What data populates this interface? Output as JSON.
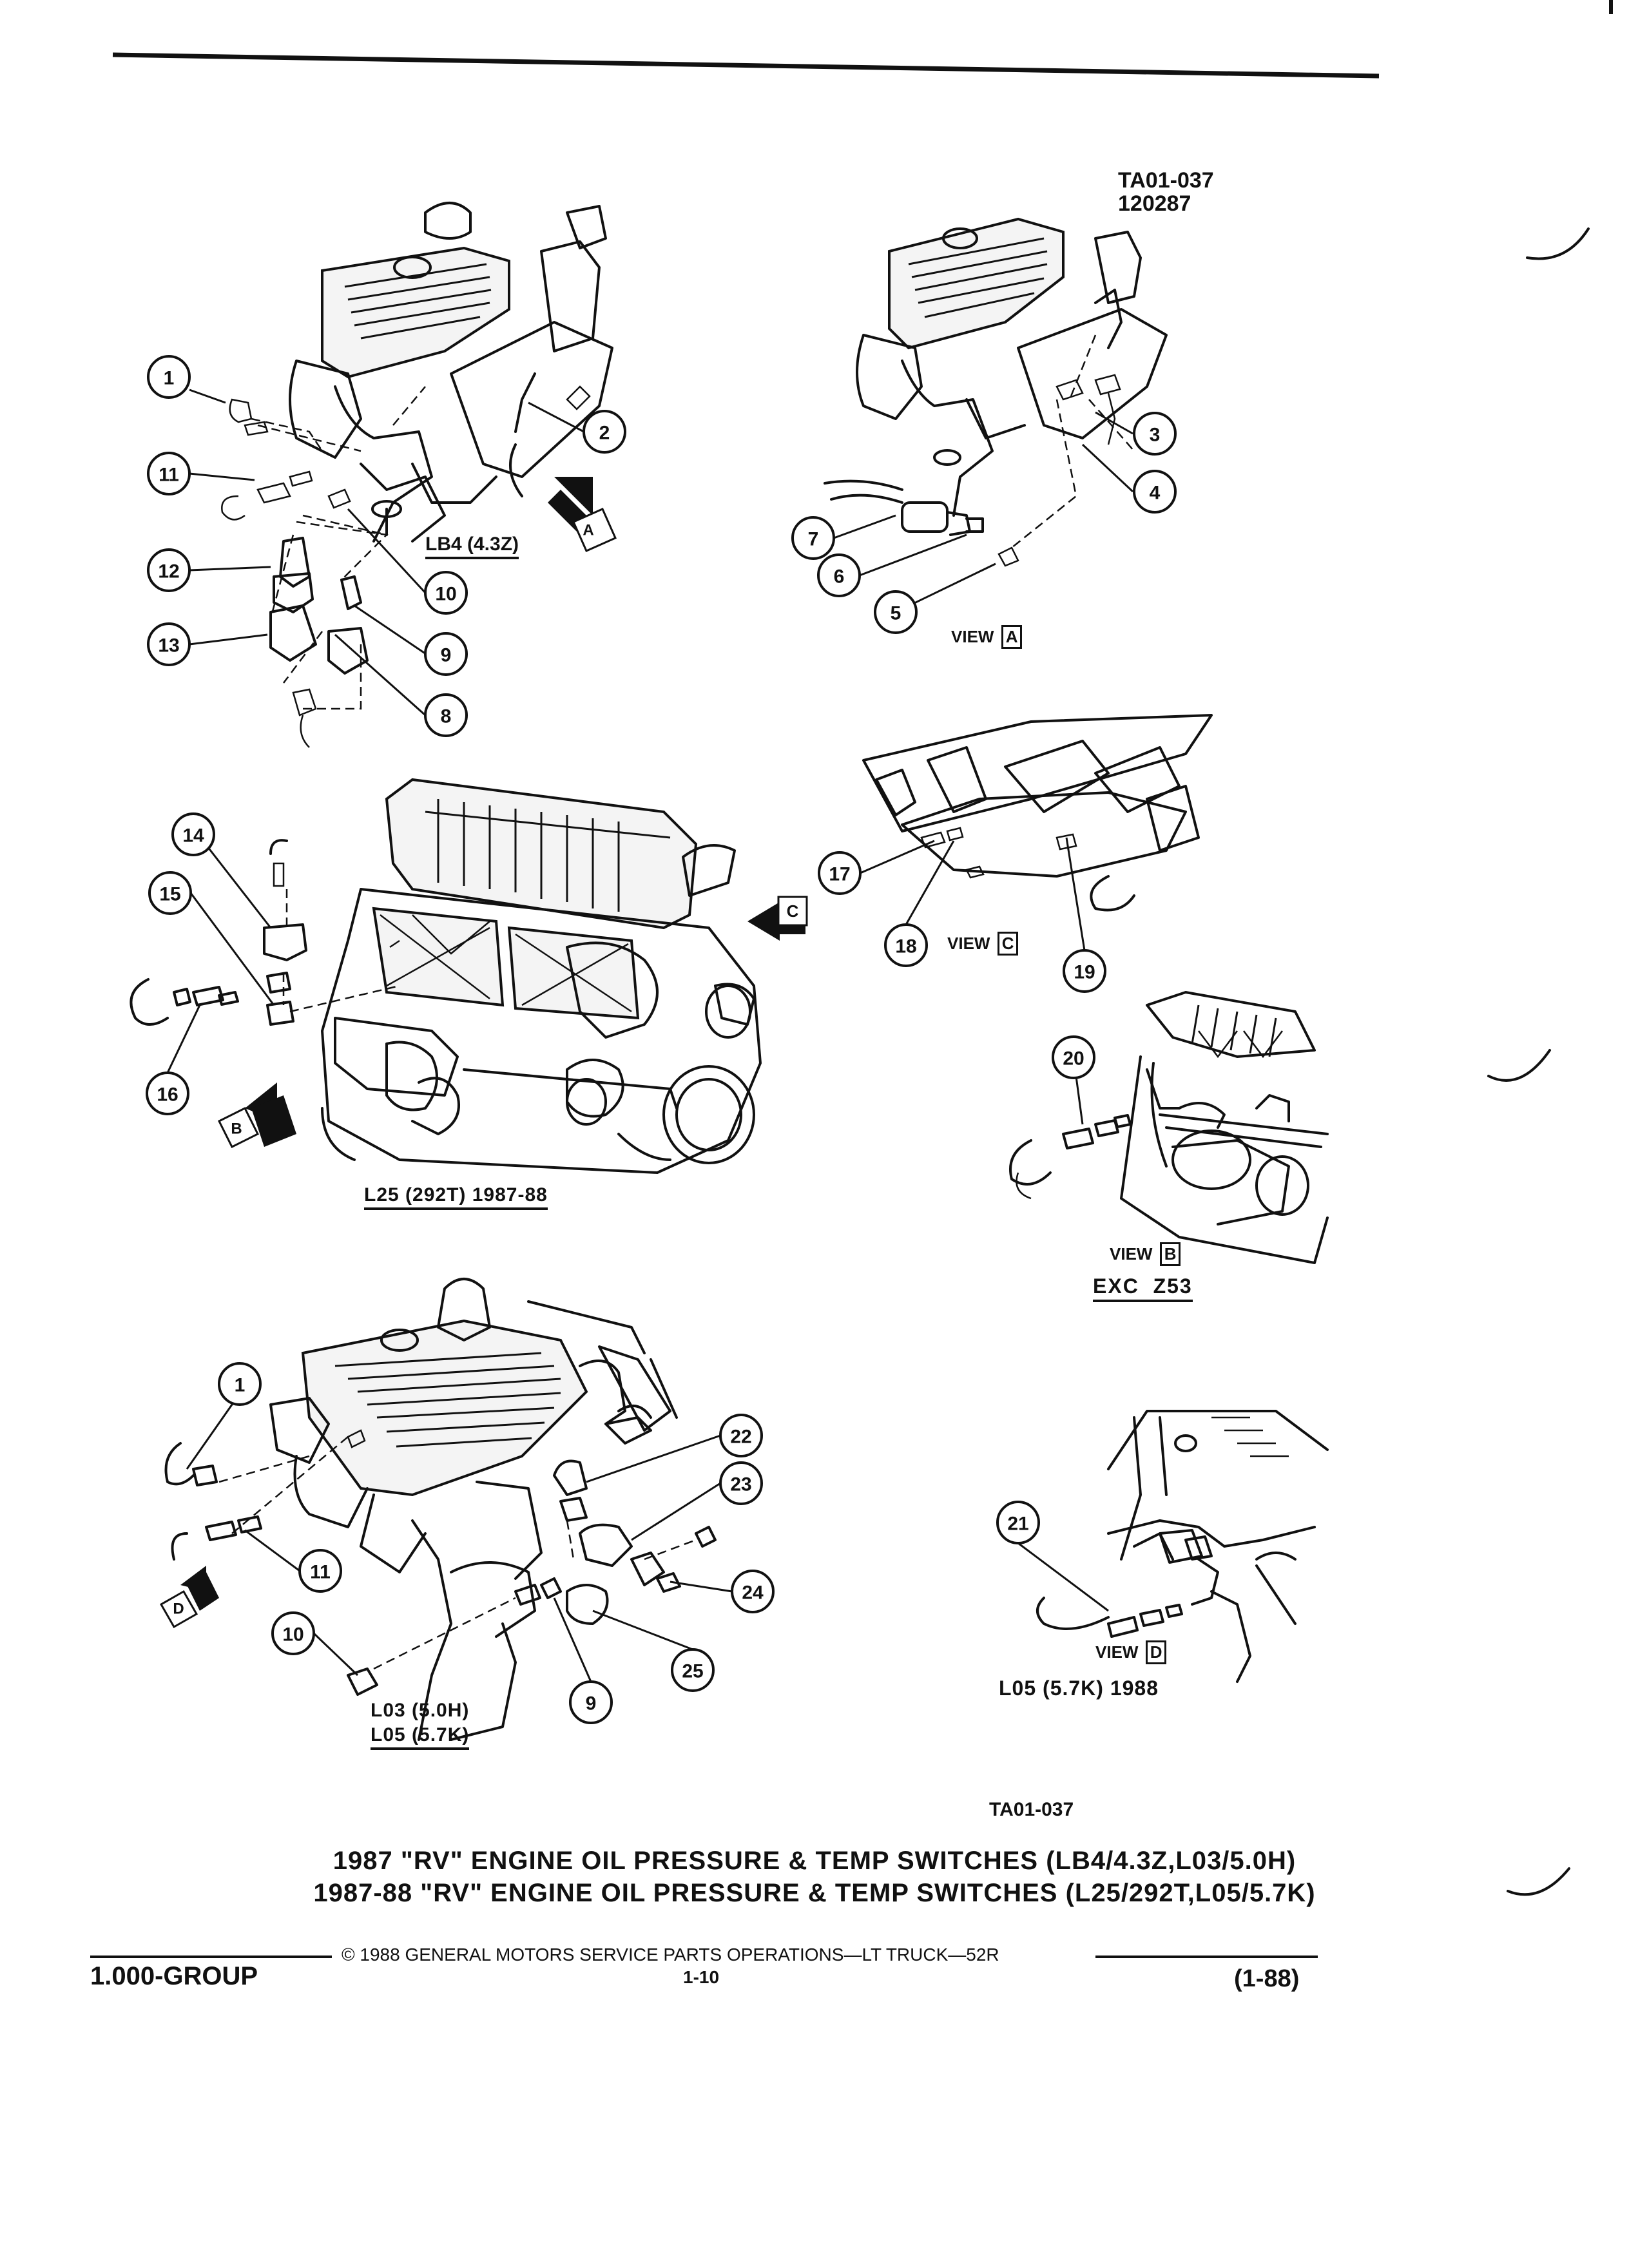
{
  "header": {
    "code_top": "TA01-037",
    "date_top": "120287"
  },
  "diagrams": {
    "lb4": {
      "label": "LB4 (4.3Z)"
    },
    "view_a": {
      "label": "VIEW",
      "letter": "A"
    },
    "view_c": {
      "label": "VIEW",
      "letter": "C"
    },
    "l25": {
      "label": "L25 (292T) 1987-88"
    },
    "view_b": {
      "label": "VIEW",
      "letter": "B",
      "sublabel": "EXC  Z53"
    },
    "l03_l05": {
      "label_line1": "L03 (5.0H)",
      "label_line2": "L05 (5.7K)"
    },
    "view_d": {
      "label": "VIEW",
      "letter": "D",
      "sublabel": "L05 (5.7K) 1988"
    },
    "arrow_letters": [
      "A",
      "B",
      "C",
      "D"
    ]
  },
  "callouts": [
    "1",
    "2",
    "3",
    "4",
    "5",
    "6",
    "7",
    "8",
    "9",
    "10",
    "11",
    "12",
    "13",
    "14",
    "15",
    "16",
    "17",
    "18",
    "19",
    "20",
    "21",
    "22",
    "23",
    "24",
    "25"
  ],
  "code_bottom": "TA01-037",
  "titles": {
    "line1": "1987 \"RV\" ENGINE OIL PRESSURE & TEMP SWITCHES (LB4/4.3Z,L03/5.0H)",
    "line2": "1987-88 \"RV\" ENGINE OIL PRESSURE & TEMP SWITCHES (L25/292T,L05/5.7K)"
  },
  "footer": {
    "group": "1.000-GROUP",
    "copyright": "© 1988 GENERAL MOTORS SERVICE PARTS OPERATIONS—LT TRUCK—52R",
    "page": "1-10",
    "revision": "(1-88)"
  }
}
